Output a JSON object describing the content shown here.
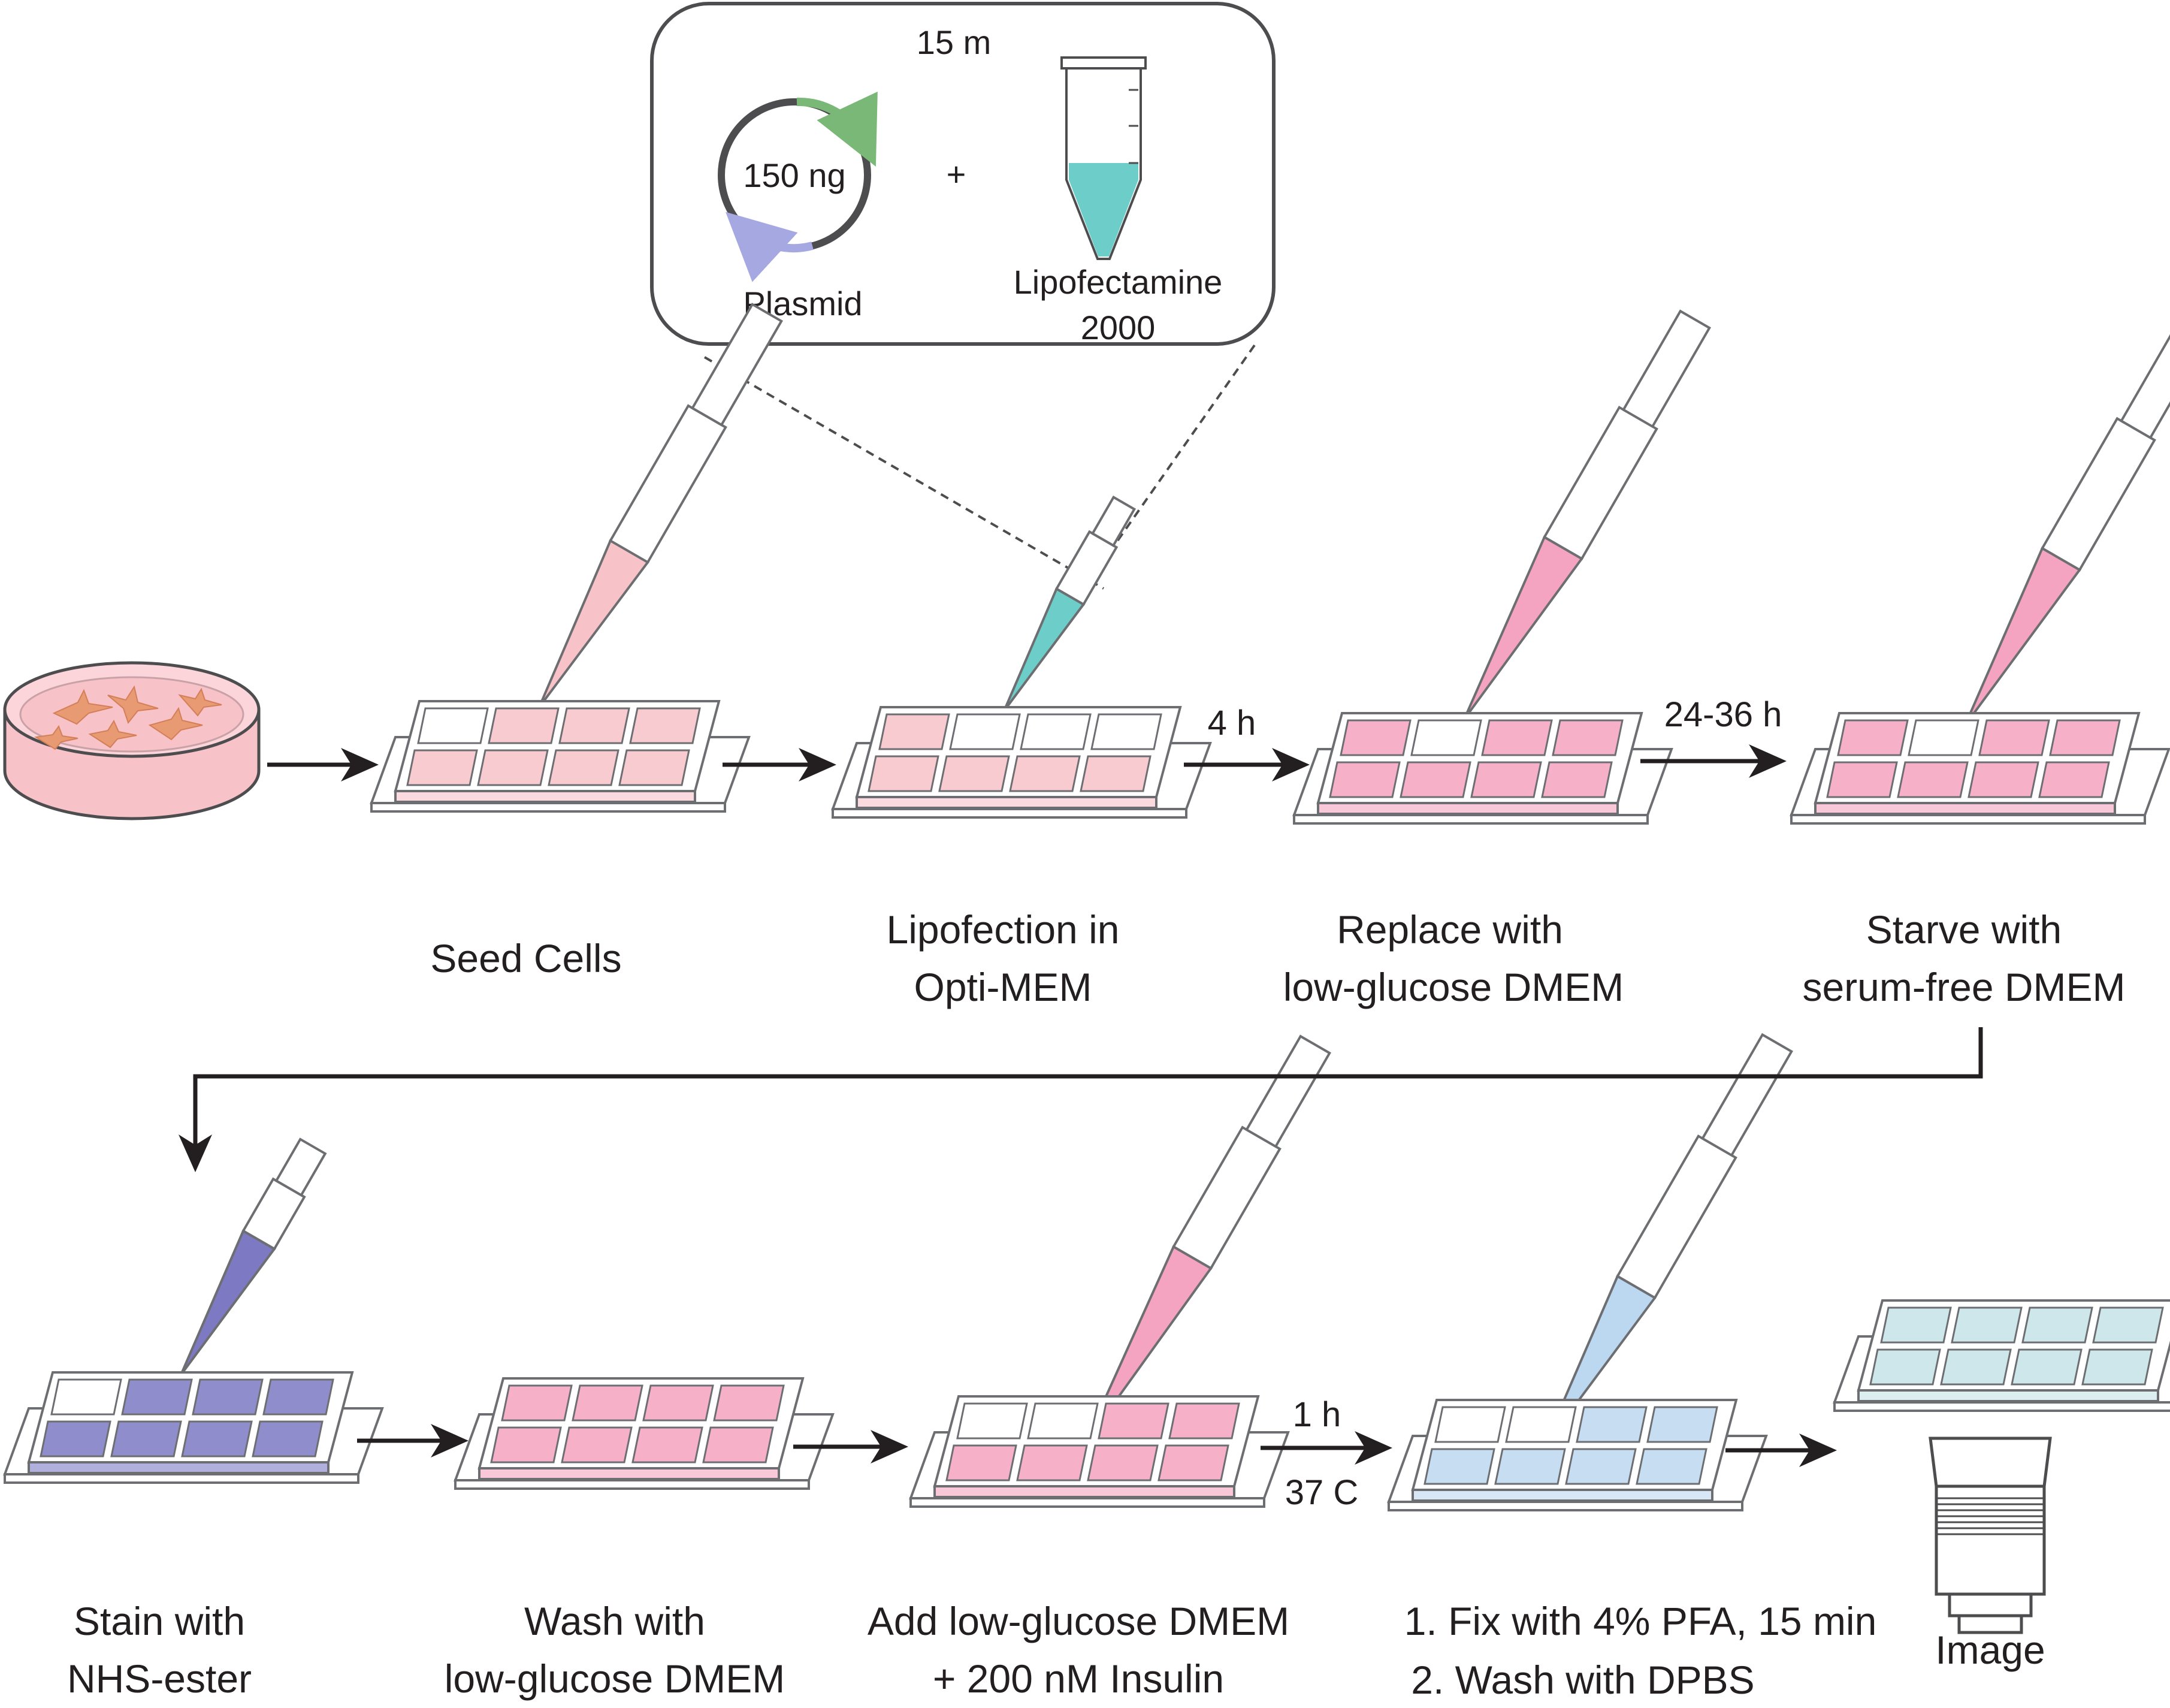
{
  "inset": {
    "time": "15 m",
    "plasmid_amount": "150 ng",
    "plus": "+",
    "plasmid_label": "Plasmid",
    "reagent_line1": "Lipofectamine",
    "reagent_line2": "2000"
  },
  "arrows": {
    "row1_a3": "4 h",
    "row1_a4": "24-36 h",
    "row2_a3_top": "1 h",
    "row2_a3_bottom": "37 C"
  },
  "steps": {
    "seed": {
      "line1": "Seed Cells"
    },
    "lipofection": {
      "line1": "Lipofection in",
      "line2": "Opti-MEM"
    },
    "replace": {
      "line1": "Replace with",
      "line2": "low-glucose DMEM"
    },
    "starve": {
      "line1": "Starve with",
      "line2": "serum-free DMEM"
    },
    "stain": {
      "line1": "Stain with",
      "line2": "NHS-ester"
    },
    "wash": {
      "line1": "Wash with",
      "line2": "low-glucose DMEM"
    },
    "add": {
      "line1": "Add low-glucose DMEM",
      "line2": "+ 200 nM Insulin"
    },
    "fix": {
      "line1": "1. Fix with 4% PFA, 15 min",
      "line2": "2. Wash with DPBS"
    },
    "image": {
      "line1": "Image"
    }
  },
  "colors": {
    "pink_medium": "#f4a3c0",
    "light_pink": "#f7c2c8",
    "teal": "#6dcdc8",
    "purple": "#7d79c3",
    "light_blue": "#bcd7f0",
    "pale_teal": "#c6e3e6",
    "plasmid_green": "#7ab878",
    "plasmid_blue": "#a6a8e2",
    "outline": "#4d4d4f"
  }
}
